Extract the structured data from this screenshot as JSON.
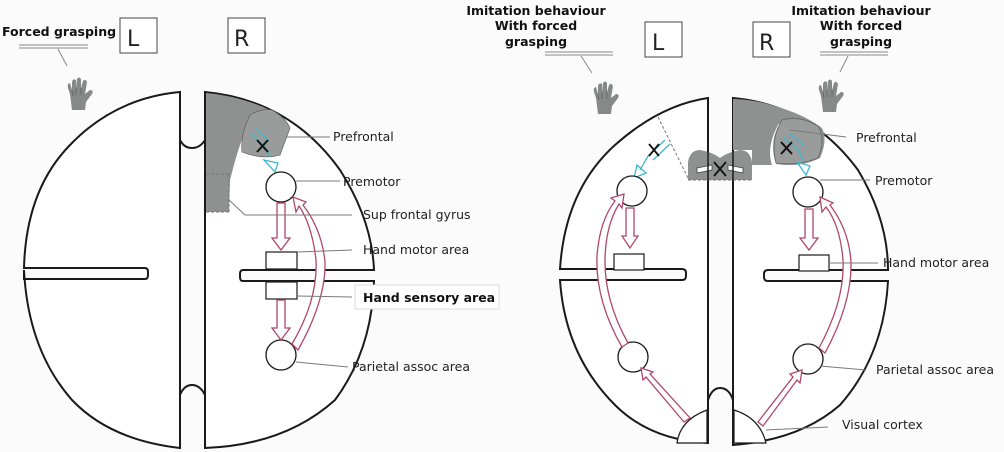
{
  "colors": {
    "outline": "#1a1a1a",
    "shaded_region": "#8e9190",
    "pathway_arrow": "#b0476e",
    "inhibited_arrow": "#3fb8cf",
    "leader_line": "#7a7a7a",
    "hand": "#858a88"
  },
  "left_figure": {
    "symptom_label": "Forced grasping",
    "hemisphere_left": "L",
    "hemisphere_right": "R",
    "labels": {
      "prefrontal": "Prefrontal",
      "premotor": "Premotor",
      "sup_frontal_gyrus": "Sup frontal gyrus",
      "hand_motor_area": "Hand motor area",
      "hand_sensory_area": "Hand sensory area",
      "parietal_assoc_area": "Parietal assoc area"
    },
    "hand_icon": "hand-icon",
    "block_mark": "x-mark"
  },
  "right_figure": {
    "symptom_label_left": [
      "Imitation behaviour",
      "With forced",
      "grasping"
    ],
    "symptom_label_right": [
      "Imitation behaviour",
      "With forced",
      "grasping"
    ],
    "hemisphere_left": "L",
    "hemisphere_right": "R",
    "labels": {
      "prefrontal": "Prefrontal",
      "premotor": "Premotor",
      "hand_motor_area": "Hand motor area",
      "parietal_assoc_area": "Parietal assoc area",
      "visual_cortex": "Visual cortex"
    },
    "hand_icon": "hand-icon",
    "block_mark": "x-mark"
  }
}
